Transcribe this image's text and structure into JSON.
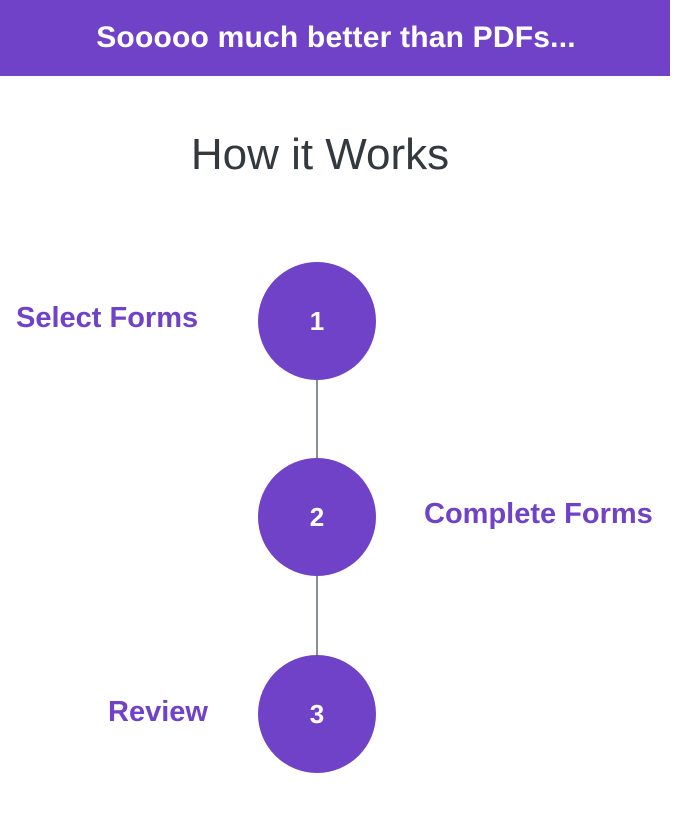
{
  "banner": {
    "text": "Sooooo much better than PDFs..."
  },
  "title": "How it Works",
  "steps": [
    {
      "number": "1",
      "label": "Select Forms"
    },
    {
      "number": "2",
      "label": "Complete Forms"
    },
    {
      "number": "3",
      "label": "Review"
    }
  ],
  "colors": {
    "brand": "#6f42c8",
    "title_text": "#33393f",
    "connector": "#8a8f96"
  }
}
